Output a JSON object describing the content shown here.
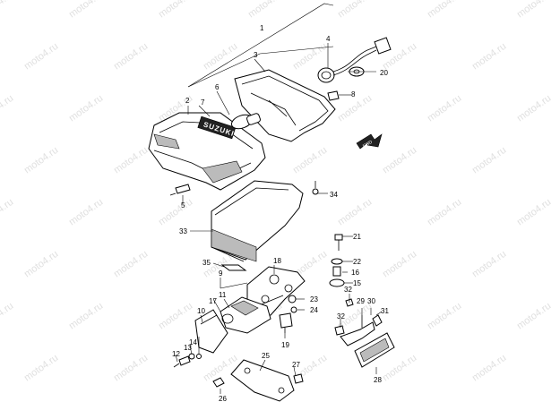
{
  "watermark": "moto4.ru",
  "brand_mark": "SUZUKI",
  "fwd_label": "FWD",
  "callouts": [
    "1",
    "2",
    "3",
    "4",
    "5",
    "6",
    "7",
    "8",
    "9",
    "10",
    "11",
    "12",
    "13",
    "14",
    "15",
    "16",
    "17",
    "18",
    "19",
    "20",
    "21",
    "22",
    "23",
    "24",
    "25",
    "26",
    "27",
    "28",
    "29",
    "30",
    "31",
    "32",
    "32",
    "33",
    "34",
    "35"
  ]
}
